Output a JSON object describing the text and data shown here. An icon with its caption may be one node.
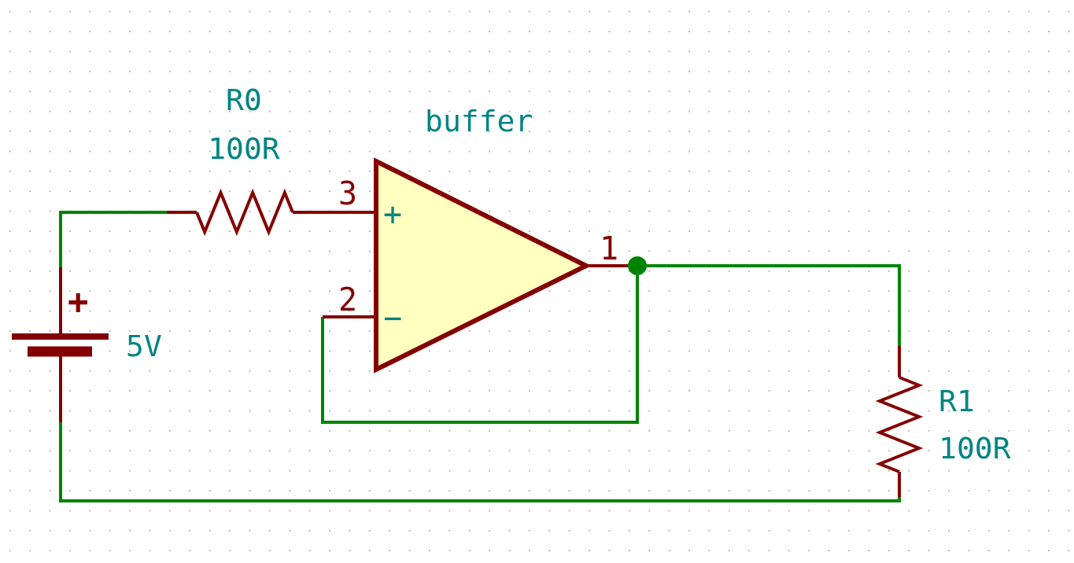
{
  "diagram": {
    "nodes": [
      {
        "text": [
          "R0",
          "100R"
        ]
      },
      {
        "text": [
          "buffer"
        ]
      },
      {
        "text": [
          "5V"
        ]
      },
      {
        "text": [
          "R1",
          "100R"
        ]
      },
      {
        "text": [],
        "shape": "circle"
      }
    ],
    "edges": [
      {
        "from": 2,
        "to": 0,
        "arrow": "none"
      },
      {
        "from": 0,
        "to": 1,
        "arrow": "none",
        "color": "#840000"
      },
      {
        "from": 1,
        "to": 4,
        "arrow": "none",
        "color": "#840000"
      },
      {
        "from": 4,
        "to": 3,
        "arrow": "none"
      },
      {
        "from": 4,
        "to": 1,
        "arrow": "none"
      },
      {
        "from": 3,
        "to": 2,
        "arrow": "none"
      }
    ],
    "labels": [
      "3",
      "+",
      "1",
      "+",
      "2",
      "−"
    ]
  }
}
